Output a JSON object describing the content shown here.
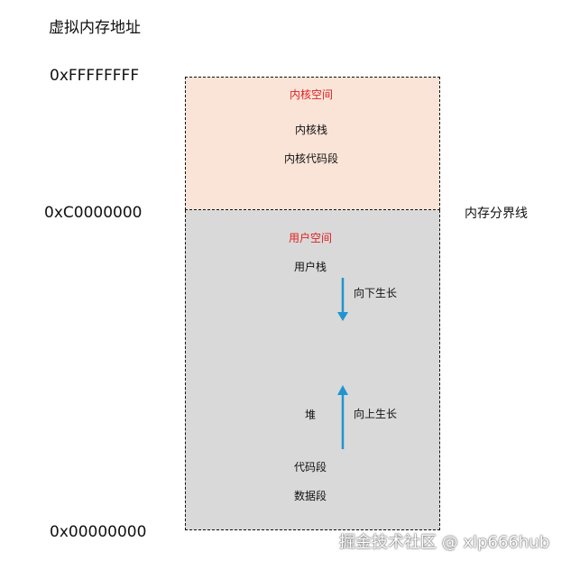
{
  "title": "虚拟内存地址",
  "addresses": {
    "top": "0xFFFFFFFF",
    "middle": "0xC0000000",
    "bottom": "0x00000000"
  },
  "divider_label": "内存分界线",
  "kernel_space": {
    "title": "内核空间",
    "items": [
      "内核栈",
      "内核代码段"
    ]
  },
  "user_space": {
    "title": "用户空间",
    "stack": "用户栈",
    "heap": "堆",
    "code_segment": "代码段",
    "data_segment": "数据段",
    "grow_down": "向下生长",
    "grow_up": "向上生长"
  },
  "watermark": "掘金技术社区 @ xlp666hub",
  "colors": {
    "kernel_bg": "#fae4d8",
    "user_bg": "#d9d9d9",
    "region_title": "#e02020",
    "arrow": "#1f95d0"
  }
}
